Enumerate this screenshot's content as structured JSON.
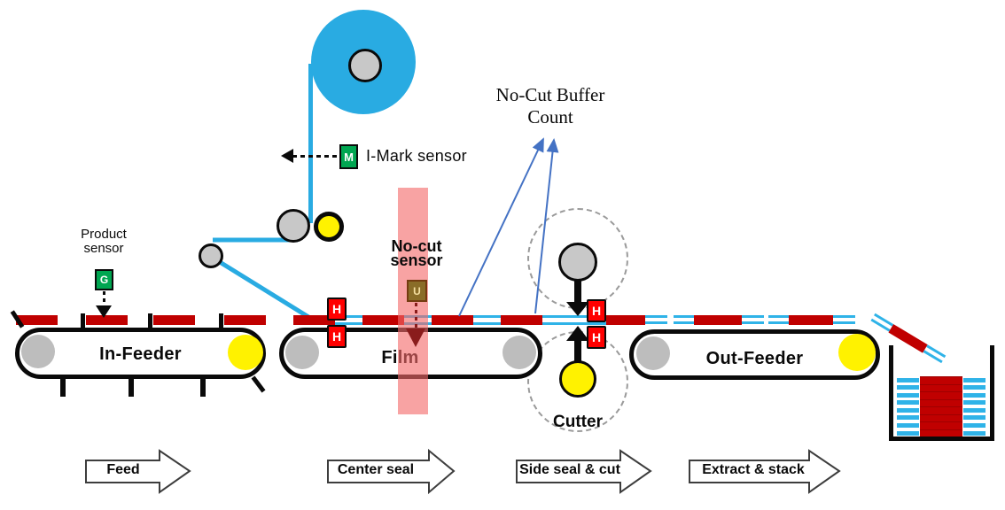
{
  "diagram": {
    "labels": {
      "product_sensor_line1": "Product",
      "product_sensor_line2": "sensor",
      "i_mark_sensor": "I-Mark sensor",
      "no_cut_buffer_line1": "No-Cut Buffer",
      "no_cut_buffer_line2": "Count",
      "no_cut_sensor_line1": "No-cut",
      "no_cut_sensor_line2": "sensor",
      "in_feeder": "In-Feeder",
      "film": "Film",
      "out_feeder": "Out-Feeder",
      "cutter": "Cutter"
    },
    "sensors": {
      "product_letter": "G",
      "i_mark_letter": "M",
      "no_cut_letter": "U",
      "heater_letter": "H"
    },
    "process_steps": [
      {
        "label": "Feed"
      },
      {
        "label": "Center seal"
      },
      {
        "label": "Side seal & cut"
      },
      {
        "label": "Extract & stack"
      }
    ],
    "colors": {
      "film_cyan": "#29ABE2",
      "product_red": "#C00000",
      "heater_red": "#FF0000",
      "sensor_green": "#00A651",
      "no_cut_sensor_brown": "#8A6D28",
      "no_cut_zone_pink": "#F47C7C",
      "annotation_blue": "#4472C4",
      "roller_gray": "#BDBDBD",
      "roller_yellow": "#FFF200"
    }
  }
}
